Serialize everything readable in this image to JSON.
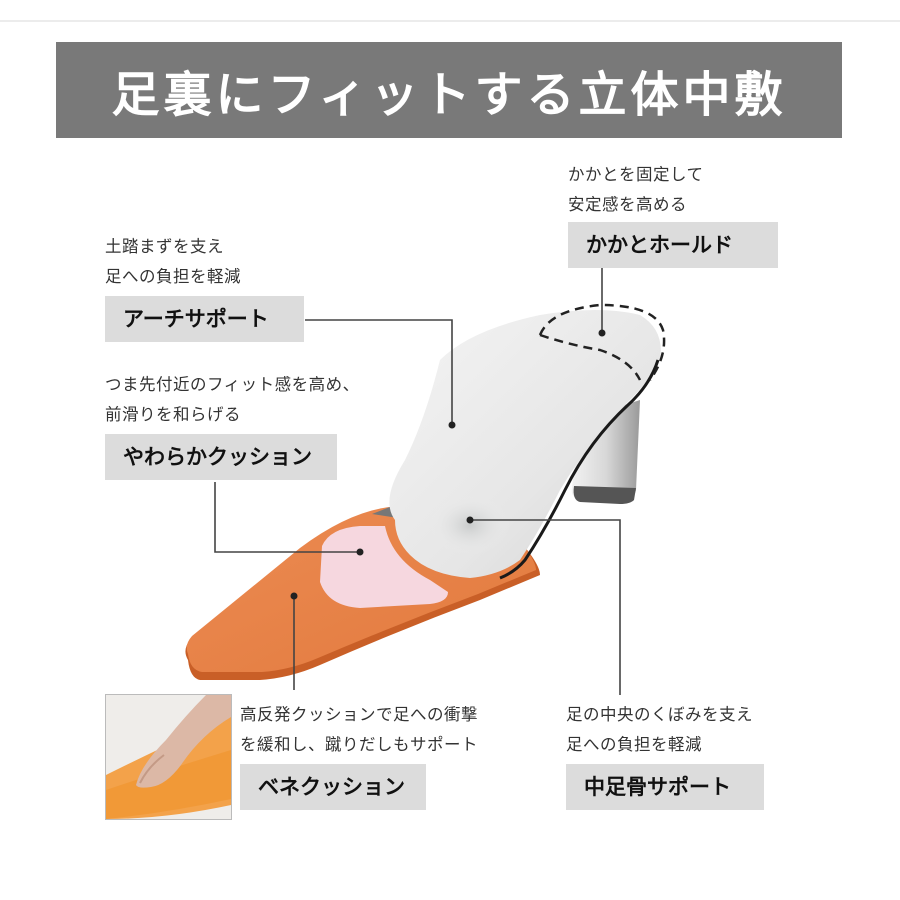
{
  "title": "足裏にフィットする立体中敷",
  "colors": {
    "banner": "#797979",
    "tag_bg": "#dcdcdc",
    "sole_orange": "#e8834a",
    "cushion_pink": "#f6d7df",
    "insole_white": "#ececec"
  },
  "callouts": {
    "heel_hold": {
      "desc": [
        "かかとを固定して",
        "安定感を高める"
      ],
      "tag": "かかとホールド"
    },
    "arch_support": {
      "desc": [
        "土踏まずを支え",
        "足への負担を軽減"
      ],
      "tag": "アーチサポート"
    },
    "soft_cushion": {
      "desc": [
        "つま先付近のフィット感を高め、",
        "前滑りを和らげる"
      ],
      "tag": "やわらかクッション"
    },
    "bene_cushion": {
      "desc": [
        "高反発クッションで足への衝撃",
        "を緩和し、蹴りだしもサポート"
      ],
      "tag": "ベネクッション"
    },
    "metatarsal_support": {
      "desc": [
        "足の中央のくぼみを支え",
        "足への負担を軽減"
      ],
      "tag": "中足骨サポート"
    }
  },
  "images": {
    "shoe": "shoe-insole-illustration",
    "inset": "finger-pressing-cushion-photo"
  }
}
